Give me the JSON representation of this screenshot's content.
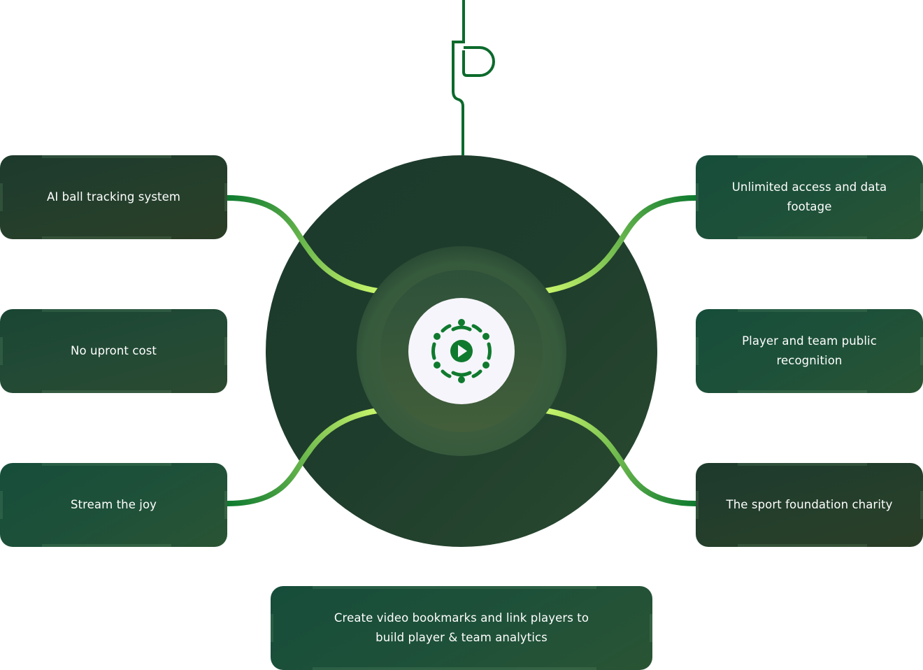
{
  "diagram": {
    "nodes": {
      "left_top": "AI ball tracking system",
      "left_mid": "No upront cost",
      "left_bottom": "Stream the joy",
      "right_top": "Unlimited access and data footage",
      "right_mid": "Player and team public recognition",
      "right_bottom": "The sport foundation charity",
      "bottom": "Create video bookmarks and link players to build player & team analytics"
    },
    "center_icon": "team-play-icon",
    "top_connector_icon": "hook-connector-icon"
  },
  "colors": {
    "circle_dark": "#1c3a2c",
    "connector_dark_green": "#0c7a2e",
    "connector_light_green": "#c6f56a",
    "icon_green": "#0f7a2e",
    "icon_bg": "#f6f5fb"
  }
}
